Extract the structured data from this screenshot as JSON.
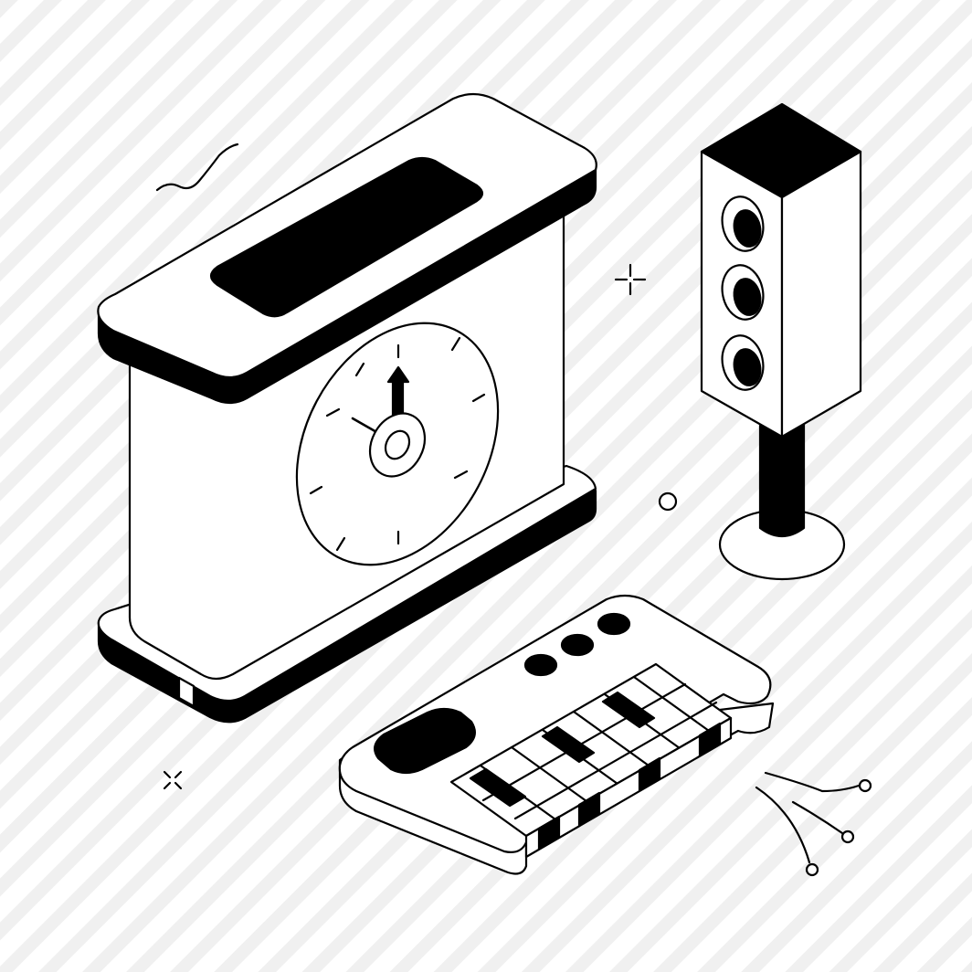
{
  "scene": {
    "background_color": "#ffffff",
    "stripe_color": "#f0f0f0",
    "ink_color": "#000000",
    "objects": [
      "mantel-clock",
      "speaker-on-stand",
      "keyboard-synthesizer"
    ],
    "icons": [
      "sparkle-icon",
      "circle-icon",
      "squiggle-icon",
      "cross-icon",
      "sound-lines-icon"
    ]
  }
}
